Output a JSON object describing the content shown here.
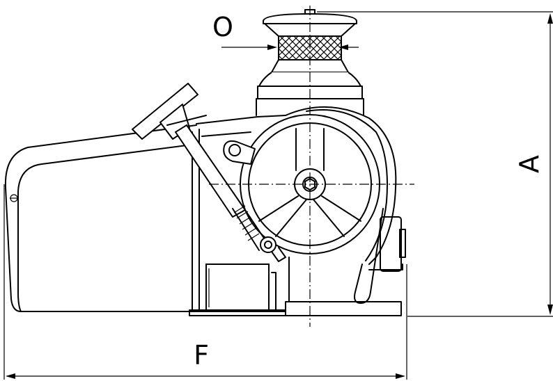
{
  "dimensions": {
    "o_label": "O",
    "a_label": "A",
    "f_label": "F"
  }
}
